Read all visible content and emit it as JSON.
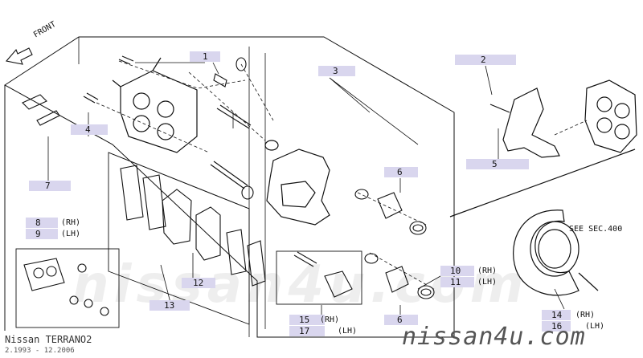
{
  "header": {
    "front_label": "FRONT"
  },
  "callouts": {
    "c1": "1",
    "c2": "2",
    "c3": "3",
    "c4": "4",
    "c5": "5",
    "c6a": "6",
    "c6b": "6",
    "c7": "7",
    "c8": "8",
    "c8_side": "(RH)",
    "c9": "9",
    "c9_side": "(LH)",
    "c10": "10",
    "c10_side": "(RH)",
    "c11": "11",
    "c11_side": "(LH)",
    "c12": "12",
    "c13": "13",
    "c14": "14",
    "c14_side": "(RH)",
    "c15": "15",
    "c15_side": "(RH)",
    "c16": "16",
    "c16_side": "(LH)",
    "c17": "17",
    "c17_side": "(LH)"
  },
  "see_section": "SEE SEC.400",
  "footer": {
    "model": "Nissan TERRANO2",
    "years": "2.1993 - 12.2006"
  },
  "watermark": {
    "site": "nissan4u.com",
    "bg_text": "nissan4u.com"
  },
  "colors": {
    "label_bg": "#d9d6ee",
    "line": "#111111"
  }
}
